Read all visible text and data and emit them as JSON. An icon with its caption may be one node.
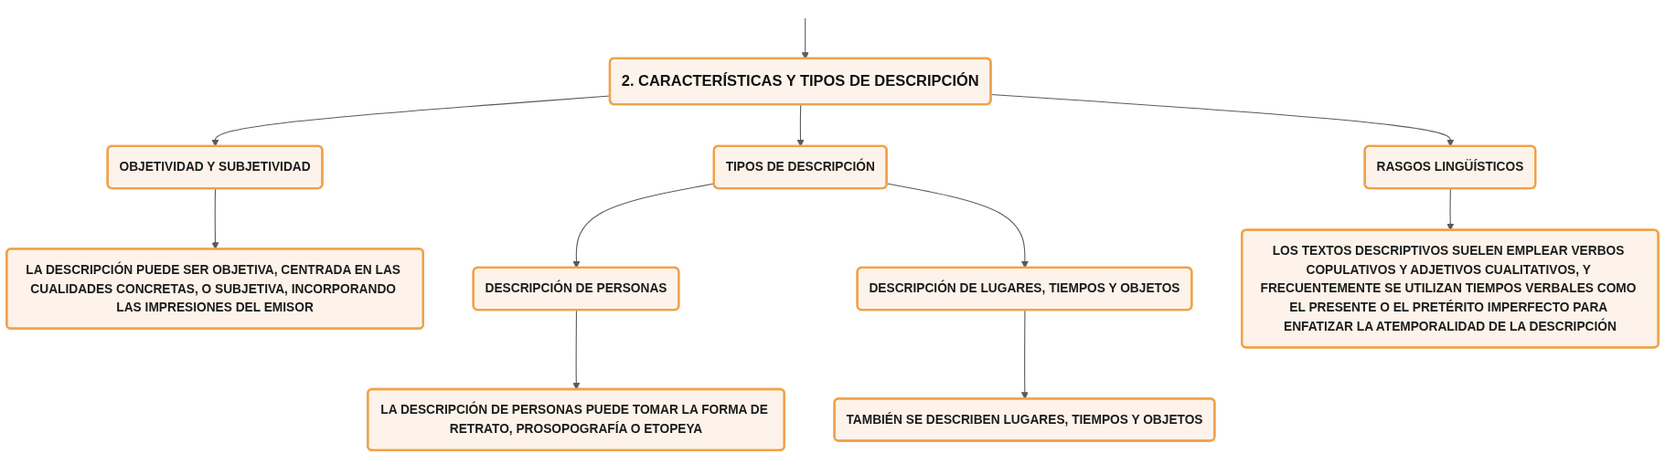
{
  "diagram": {
    "nodes": [
      {
        "text": [
          "2. CARACTERÍSTICAS Y TIPOS DE DESCRIPCIÓN"
        ]
      },
      {
        "text": [
          "OBJETIVIDAD Y SUBJETIVIDAD"
        ]
      },
      {
        "text": [
          "TIPOS DE DESCRIPCIÓN"
        ]
      },
      {
        "text": [
          "RASGOS LINGÜÍSTICOS"
        ]
      },
      {
        "text": [
          "LA DESCRIPCIÓN PUEDE SER OBJETIVA, CENTRADA EN LAS CUALIDADES CONCRETAS, O SUBJETIVA, INCORPORANDO LAS IMPRESIONES DEL EMISOR"
        ]
      },
      {
        "text": [
          "DESCRIPCIÓN DE PERSONAS"
        ]
      },
      {
        "text": [
          "DESCRIPCIÓN DE LUGARES, TIEMPOS Y OBJETOS"
        ]
      },
      {
        "text": [
          "LOS TEXTOS DESCRIPTIVOS SUELEN EMPLEAR VERBOS COPULATIVOS Y ADJETIVOS CUALITATIVOS, Y FRECUENTEMENTE SE UTILIZAN TIEMPOS VERBALES COMO EL PRESENTE O EL PRETÉRITO IMPERFECTO PARA ENFATIZAR LA ATEMPORALIDAD DE LA DESCRIPCIÓN"
        ]
      },
      {
        "text": [
          "LA DESCRIPCIÓN DE PERSONAS PUEDE TOMAR LA FORMA DE RETRATO, PROSOPOGRAFÍA O ETOPEYA"
        ]
      },
      {
        "text": [
          "TAMBIÉN SE DESCRIBEN LUGARES, TIEMPOS Y OBJETOS"
        ]
      }
    ],
    "edges": [
      {
        "from": null,
        "to": 0,
        "arrow": "to"
      },
      {
        "from": 0,
        "to": 1,
        "arrow": "to"
      },
      {
        "from": 0,
        "to": 2,
        "arrow": "to"
      },
      {
        "from": 0,
        "to": 3,
        "arrow": "to"
      },
      {
        "from": 1,
        "to": 4,
        "arrow": "to"
      },
      {
        "from": 2,
        "to": 5,
        "arrow": "to"
      },
      {
        "from": 2,
        "to": 6,
        "arrow": "to"
      },
      {
        "from": 3,
        "to": 7,
        "arrow": "to"
      },
      {
        "from": 5,
        "to": 8,
        "arrow": "to"
      },
      {
        "from": 6,
        "to": 9,
        "arrow": "to"
      }
    ]
  }
}
